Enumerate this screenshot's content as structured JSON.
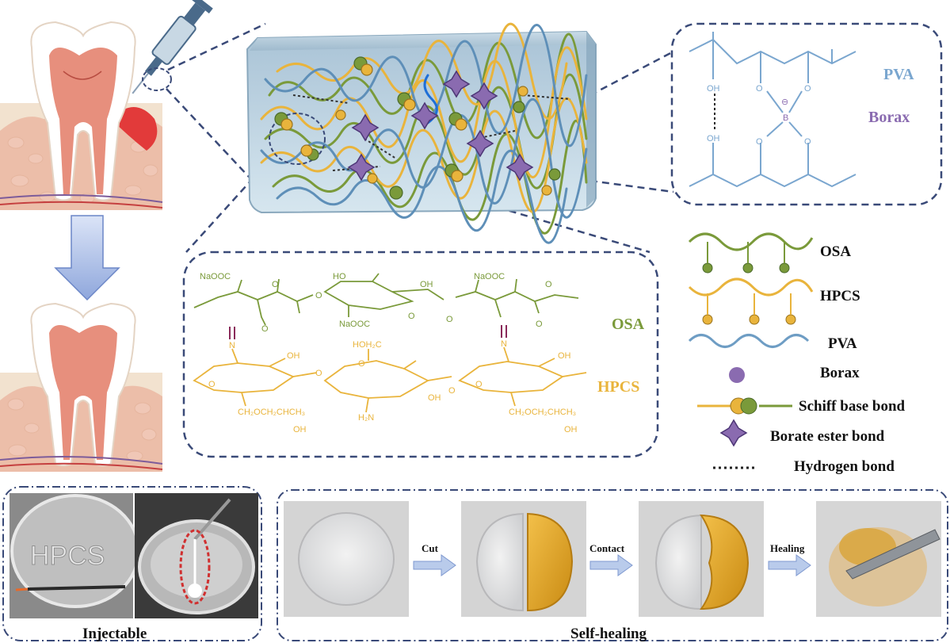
{
  "pva_panel": {
    "pva_label": "PVA",
    "borax_label": "Borax",
    "oh_top": "OH",
    "oh_bottom": "OH",
    "o_tl": "O",
    "o_tr": "O",
    "o_bl": "O",
    "o_br": "O",
    "boron": "B",
    "charge": "⊖"
  },
  "chem_panel": {
    "osa_label": "OSA",
    "hpcs_label": "HPCS",
    "naooc_1": "NaOOC",
    "naooc_2": "NaOOC",
    "naooc_3": "NaOOC",
    "ho_1": "HO",
    "oh_1": "OH",
    "o_ring_1": "O",
    "o_ring_2": "O",
    "o_ring_3": "O",
    "o_link_1": "O",
    "o_link_2": "O",
    "o_ald_1": "O",
    "o_ald_2": "O",
    "n_1": "N",
    "n_2": "N",
    "oh_h1": "OH",
    "oh_h2": "OH",
    "oh_h3": "OH",
    "hoh2c": "HOH₂C",
    "h2n": "H₂N",
    "ch2_1": "CH₂OCH₂CHCH₃",
    "ch2_2": "CH₂OCH₂CHCH₃",
    "oh_sub_1": "OH",
    "oh_sub_2": "OH",
    "o_h_ring_1": "O",
    "o_h_ring_2": "O",
    "o_h_ring_3": "O",
    "o_h_link_1": "O",
    "o_h_link_2": "O"
  },
  "legend": {
    "osa": "OSA",
    "hpcs": "HPCS",
    "pva": "PVA",
    "borax": "Borax",
    "schiff": "Schiff base bond",
    "borate": "Borate ester bond",
    "hydrogen": "Hydrogen bond"
  },
  "photos": {
    "dish_text": "HPCS",
    "cut": "Cut",
    "contact": "Contact",
    "healing": "Healing",
    "injectable": "Injectable",
    "self_healing": "Self-healing"
  },
  "colors": {
    "osa_green": "#7a9a3a",
    "hpcs_yellow": "#e9b43c",
    "pva_blue": "#6e9dc4",
    "borax_purple": "#8a6bb0",
    "frame_navy": "#3a4a78",
    "gum_red": "#e06262"
  }
}
